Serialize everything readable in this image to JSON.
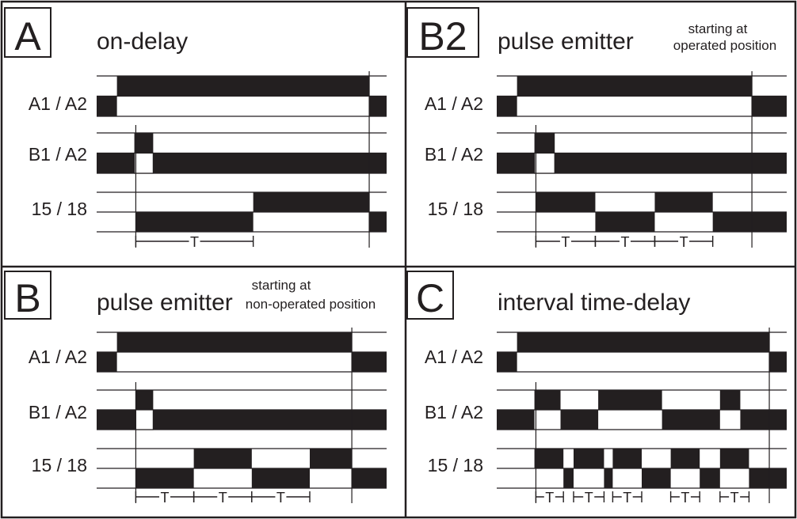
{
  "colors": {
    "ink": "#231f20",
    "paper": "#ffffff"
  },
  "panels": [
    {
      "id": "A",
      "letter": "A",
      "title": "on-delay",
      "subtitle": [],
      "signals": [
        {
          "label": "A1 / A2",
          "waveform": [
            [
              0,
              0.07,
              "low"
            ],
            [
              0.07,
              0.94,
              "high"
            ],
            [
              0.94,
              1.0,
              "low"
            ]
          ]
        },
        {
          "label": "B1 / A2",
          "waveform": [
            [
              0,
              0.13,
              "low"
            ],
            [
              0.13,
              0.195,
              "pulse"
            ],
            [
              0.195,
              1.0,
              "low"
            ]
          ]
        },
        {
          "label": "15 / 18",
          "waveform": [
            [
              0.135,
              0.54,
              "low"
            ],
            [
              0.54,
              0.94,
              "high"
            ],
            [
              0.94,
              1.0,
              "low"
            ]
          ]
        }
      ],
      "timers": [
        {
          "label": "T",
          "span": [
            0.135,
            0.54
          ]
        }
      ]
    },
    {
      "id": "B2",
      "letter": "B2",
      "title": "pulse emitter",
      "subtitle": [
        "starting at",
        "operated position"
      ],
      "signals": [
        {
          "label": "A1 / A2",
          "waveform": [
            [
              0,
              0.07,
              "low"
            ],
            [
              0.07,
              0.88,
              "high"
            ],
            [
              0.88,
              1.0,
              "low"
            ]
          ]
        },
        {
          "label": "B1 / A2",
          "waveform": [
            [
              0,
              0.13,
              "low"
            ],
            [
              0.13,
              0.2,
              "pulse"
            ],
            [
              0.2,
              1.0,
              "low"
            ]
          ]
        },
        {
          "label": "15 / 18",
          "waveform": [
            [
              0.135,
              0.34,
              "high"
            ],
            [
              0.34,
              0.545,
              "low"
            ],
            [
              0.545,
              0.745,
              "high"
            ],
            [
              0.745,
              1.0,
              "low"
            ]
          ]
        }
      ],
      "timers": [
        {
          "label": "T",
          "span": [
            0.135,
            0.34
          ]
        },
        {
          "label": "T",
          "span": [
            0.34,
            0.545
          ]
        },
        {
          "label": "T",
          "span": [
            0.545,
            0.745
          ]
        }
      ]
    },
    {
      "id": "B",
      "letter": "B",
      "title": "pulse emitter",
      "subtitle": [
        "starting at",
        "non-operated position"
      ],
      "signals": [
        {
          "label": "A1 / A2",
          "waveform": [
            [
              0,
              0.07,
              "low"
            ],
            [
              0.07,
              0.88,
              "high"
            ],
            [
              0.88,
              1.0,
              "low"
            ]
          ]
        },
        {
          "label": "B1 / A2",
          "waveform": [
            [
              0,
              0.135,
              "low"
            ],
            [
              0.135,
              0.195,
              "pulse"
            ],
            [
              0.195,
              1.0,
              "low"
            ]
          ]
        },
        {
          "label": "15 / 18",
          "waveform": [
            [
              0.135,
              0.335,
              "low"
            ],
            [
              0.335,
              0.535,
              "high"
            ],
            [
              0.535,
              0.735,
              "low"
            ],
            [
              0.735,
              0.88,
              "high"
            ],
            [
              0.88,
              1.0,
              "low"
            ]
          ]
        }
      ],
      "timers": [
        {
          "label": "T",
          "span": [
            0.135,
            0.335
          ]
        },
        {
          "label": "T",
          "span": [
            0.335,
            0.535
          ]
        },
        {
          "label": "T",
          "span": [
            0.535,
            0.735
          ]
        }
      ]
    },
    {
      "id": "C",
      "letter": "C",
      "title": "interval time-delay",
      "subtitle": [],
      "signals": [
        {
          "label": "A1 / A2",
          "waveform": [
            [
              0,
              0.07,
              "low"
            ],
            [
              0.07,
              0.94,
              "high"
            ],
            [
              0.94,
              1.0,
              "low"
            ]
          ]
        },
        {
          "label": "B1 / A2",
          "waveform": [
            [
              0,
              0.13,
              "low"
            ],
            [
              0.13,
              0.22,
              "high"
            ],
            [
              0.22,
              0.35,
              "low"
            ],
            [
              0.35,
              0.57,
              "high"
            ],
            [
              0.57,
              0.77,
              "low"
            ],
            [
              0.77,
              0.84,
              "high"
            ],
            [
              0.84,
              1.0,
              "low"
            ]
          ]
        },
        {
          "label": "15 / 18",
          "waveform": [
            [
              0.13,
              0.23,
              "high"
            ],
            [
              0.23,
              0.265,
              "low"
            ],
            [
              0.265,
              0.37,
              "high"
            ],
            [
              0.37,
              0.4,
              "low"
            ],
            [
              0.4,
              0.5,
              "high"
            ],
            [
              0.5,
              0.6,
              "low"
            ],
            [
              0.6,
              0.7,
              "high"
            ],
            [
              0.7,
              0.77,
              "low"
            ],
            [
              0.77,
              0.87,
              "high"
            ],
            [
              0.87,
              1.0,
              "low"
            ]
          ]
        }
      ],
      "timers": [
        {
          "label": "T",
          "span": [
            0.135,
            0.23
          ]
        },
        {
          "label": "T",
          "span": [
            0.265,
            0.37
          ]
        },
        {
          "label": "T",
          "span": [
            0.4,
            0.5
          ]
        },
        {
          "label": "T",
          "span": [
            0.6,
            0.7
          ]
        },
        {
          "label": "T",
          "span": [
            0.77,
            0.87
          ]
        }
      ]
    }
  ]
}
